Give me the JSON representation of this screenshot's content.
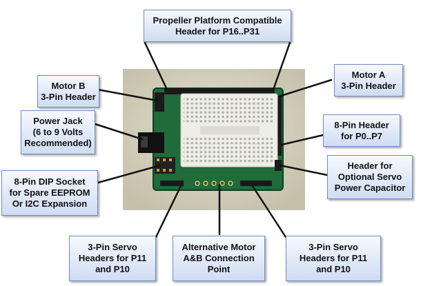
{
  "callouts": {
    "propeller_header": "Propeller Platform Compatible\nHeader for P16..P31",
    "motor_b": "Motor B\n3-Pin Header",
    "motor_a": "Motor A\n3-Pin Header",
    "power_jack": "Power Jack\n(6 to 9 Volts\nRecommended)",
    "header_p0_p7": "8-Pin Header\nfor P0..P7",
    "dip_socket": "8-Pin DIP Socket\nfor Spare EEPROM\nOr I2C Expansion",
    "servo_capacitor": "Header for\nOptional Servo\nPower Capacitor",
    "servo_left": "3-Pin Servo\nHeaders for P11\nand P10",
    "motor_connection": "Alternative Motor\nA&B Connection\nPoint",
    "servo_right": "3-Pin Servo\nHeaders for P11\nand P10"
  },
  "colors": {
    "callout_border": "#6f8cc4",
    "leader_line": "#111111",
    "pcb_green": "#1f6b3a",
    "breadboard": "#eeeee8",
    "photo_background": "#d6d3c1"
  }
}
